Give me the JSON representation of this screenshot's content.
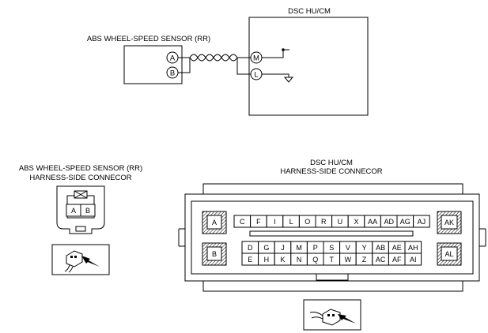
{
  "schematic": {
    "module_label": "DSC HU/CM",
    "sensor_label": "ABS WHEEL-SPEED SENSOR (RR)",
    "sensor_pins": [
      "A",
      "B"
    ],
    "module_pins": [
      "M",
      "L"
    ]
  },
  "sensor_connector": {
    "title_line1": "ABS WHEEL-SPEED SENSOR (RR)",
    "title_line2": "HARNESS-SIDE CONNECOR",
    "terminals": [
      "A",
      "B"
    ]
  },
  "module_connector": {
    "title_line1": "DSC HU/CM",
    "title_line2": "HARNESS-SIDE CONNECOR",
    "top_row": [
      "C",
      "F",
      "I",
      "L",
      "O",
      "R",
      "U",
      "X",
      "AA",
      "AD",
      "AG",
      "AJ"
    ],
    "middle_row": [
      "D",
      "G",
      "J",
      "M",
      "P",
      "S",
      "V",
      "Y",
      "AB",
      "AE",
      "AH"
    ],
    "bottom_row": [
      "E",
      "H",
      "K",
      "N",
      "Q",
      "T",
      "W",
      "Z",
      "AC",
      "AF",
      "AI"
    ],
    "corner_labels": {
      "top_left": "A",
      "bottom_left": "B",
      "top_right": "AK",
      "bottom_right": "AL"
    }
  }
}
